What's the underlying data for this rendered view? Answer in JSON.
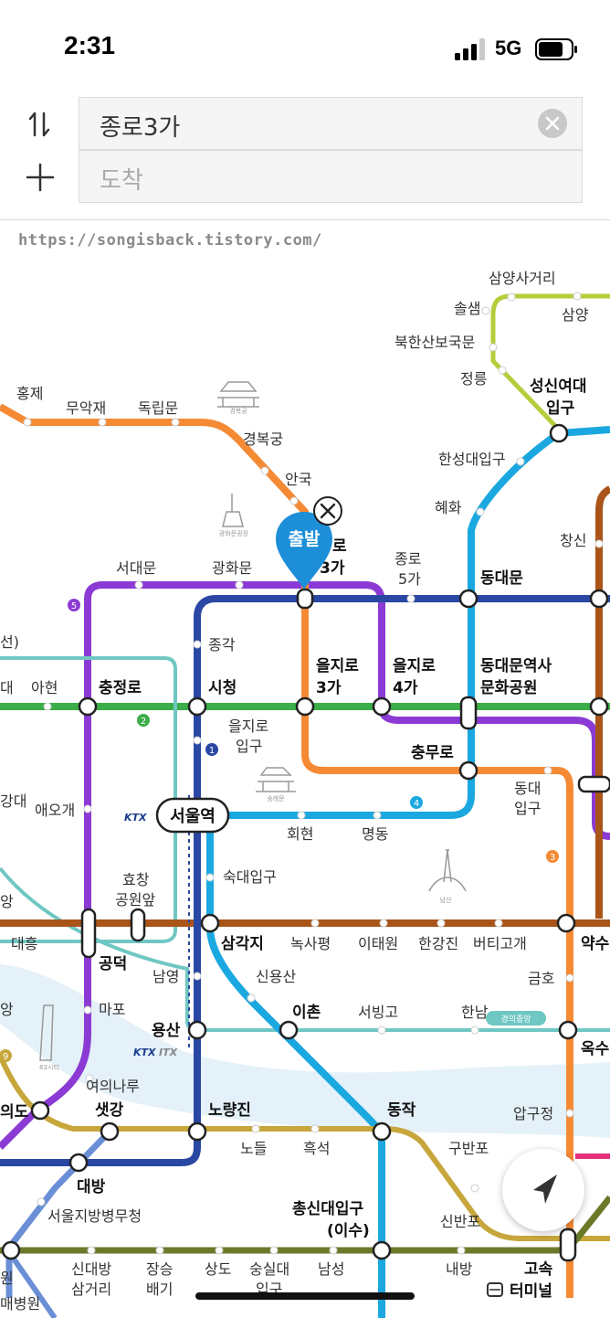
{
  "status_bar": {
    "time": "2:31",
    "network": "5G"
  },
  "search": {
    "origin_value": "종로3가",
    "destination_placeholder": "도착",
    "swap_icon": "swap-vertical-icon",
    "add_icon": "plus-icon",
    "clear_icon": "clear-icon"
  },
  "map": {
    "watermark": "https://songisback.tistory.com/",
    "origin_pin_label": "출발",
    "line_colors": {
      "line1": "#2a47a3",
      "line2": "#3bad49",
      "line3": "#f58a35",
      "line4": "#1ba8e0",
      "line5": "#8b3bd4",
      "line6": "#a9551a",
      "line9": "#c7a63b",
      "ui_sinseol": "#b7cc3a",
      "gyeongui": "#6fc7c3",
      "line7": "#6b7a2a",
      "line8": "#e4317a"
    },
    "stations": {
      "samyang_sageori": "삼양사거리",
      "solsaem": "솔샘",
      "samyang": "삼양",
      "bukhansan_bogungmun": "북한산보국문",
      "jeongneung": "정릉",
      "sungshin_1": "성신여대",
      "sungshin_2": "입구",
      "hongje": "홍제",
      "muakjae": "무악재",
      "dongnimmun": "독립문",
      "gyeongbokgung": "경복궁",
      "anguk": "안국",
      "hansung_univ": "한성대입구",
      "hyehwa": "혜화",
      "changsin": "창신",
      "seodaemun": "서대문",
      "gwanghwamun": "광화문",
      "jongno3_1": "로",
      "jongno3_2": "3가",
      "jongno5_1": "종로",
      "jongno5_2": "5가",
      "dongdaemun": "동대문",
      "seon": "선)",
      "dae_left": "대",
      "ahyeon": "아현",
      "chungjeongno": "충정로",
      "jonggak": "종각",
      "cityhall": "시청",
      "euljiro3_1": "을지로",
      "euljiro3_2": "3가",
      "euljiro4_1": "을지로",
      "euljiro4_2": "4가",
      "ddp_1": "동대문역사",
      "ddp_2": "문화공원",
      "euljiro1_1": "을지로",
      "euljiro1_2": "입구",
      "chungmuro": "충무로",
      "dongguk_1": "동대",
      "dongguk_2": "입구",
      "ewha_left": "강대",
      "aeogae": "애오개",
      "seoul_station": "서울역",
      "hoehyeon": "회현",
      "myeongdong": "명동",
      "sookmyung": "숙대입구",
      "hyochang_1": "효창",
      "hyochang_2": "공원앞",
      "hap_left": "앙",
      "daeheung": "대흥",
      "samgakji": "삼각지",
      "noksapyeong": "녹사평",
      "itaewon": "이태원",
      "hangangjin": "한강진",
      "beotigogae": "버티고개",
      "yaksu": "약수",
      "gongdeok": "공덕",
      "namyeong": "남영",
      "sinyongsan": "신용산",
      "geumho": "금호",
      "mapo": "마포",
      "yongsan": "용산",
      "ichon": "이촌",
      "seobinggo": "서빙고",
      "hannam": "한남",
      "oksu": "옥수",
      "yeouinaru": "여의나루",
      "yeouido_left": "의도",
      "saetgang": "샛강",
      "noryangjin": "노량진",
      "dongjak": "동작",
      "apgujeong": "압구정",
      "nodeul": "노들",
      "heukseok": "흑석",
      "gubanpo": "구반포",
      "daebang": "대방",
      "chongshin_1": "총신대입구",
      "chongshin_2": "(이수)",
      "sinbanpo": "신반포",
      "military_manpower": "서울지방병무청",
      "sindaebang_1": "신대방",
      "sindaebang_2": "삼거리",
      "jangseungbaegi_1": "장승",
      "jangseungbaegi_2": "배기",
      "sangdo": "상도",
      "soongsil_1": "숭실대",
      "soongsil_2": "입구",
      "namseong": "남성",
      "naebang": "내방",
      "express_1": "고속",
      "express_2": "터미널",
      "won_left": "원",
      "hospital_left": "매병원"
    },
    "landmarks": {
      "gyeongbokgung_palace": "경복궁",
      "gwanghwamun_square": "광화문광장",
      "sungnyemun": "숭례문",
      "namsan": "남산",
      "building63": "63시티"
    },
    "badges": {
      "line1": "1",
      "line2": "2",
      "line3": "3",
      "line4": "4",
      "line5": "5",
      "line9": "9",
      "gyeongui": "경의중앙"
    },
    "rail_logos": {
      "ktx": "KTX",
      "ktx2": "KTX",
      "itx": "ITX"
    }
  },
  "controls": {
    "locate_icon": "navigation-arrow-icon"
  }
}
